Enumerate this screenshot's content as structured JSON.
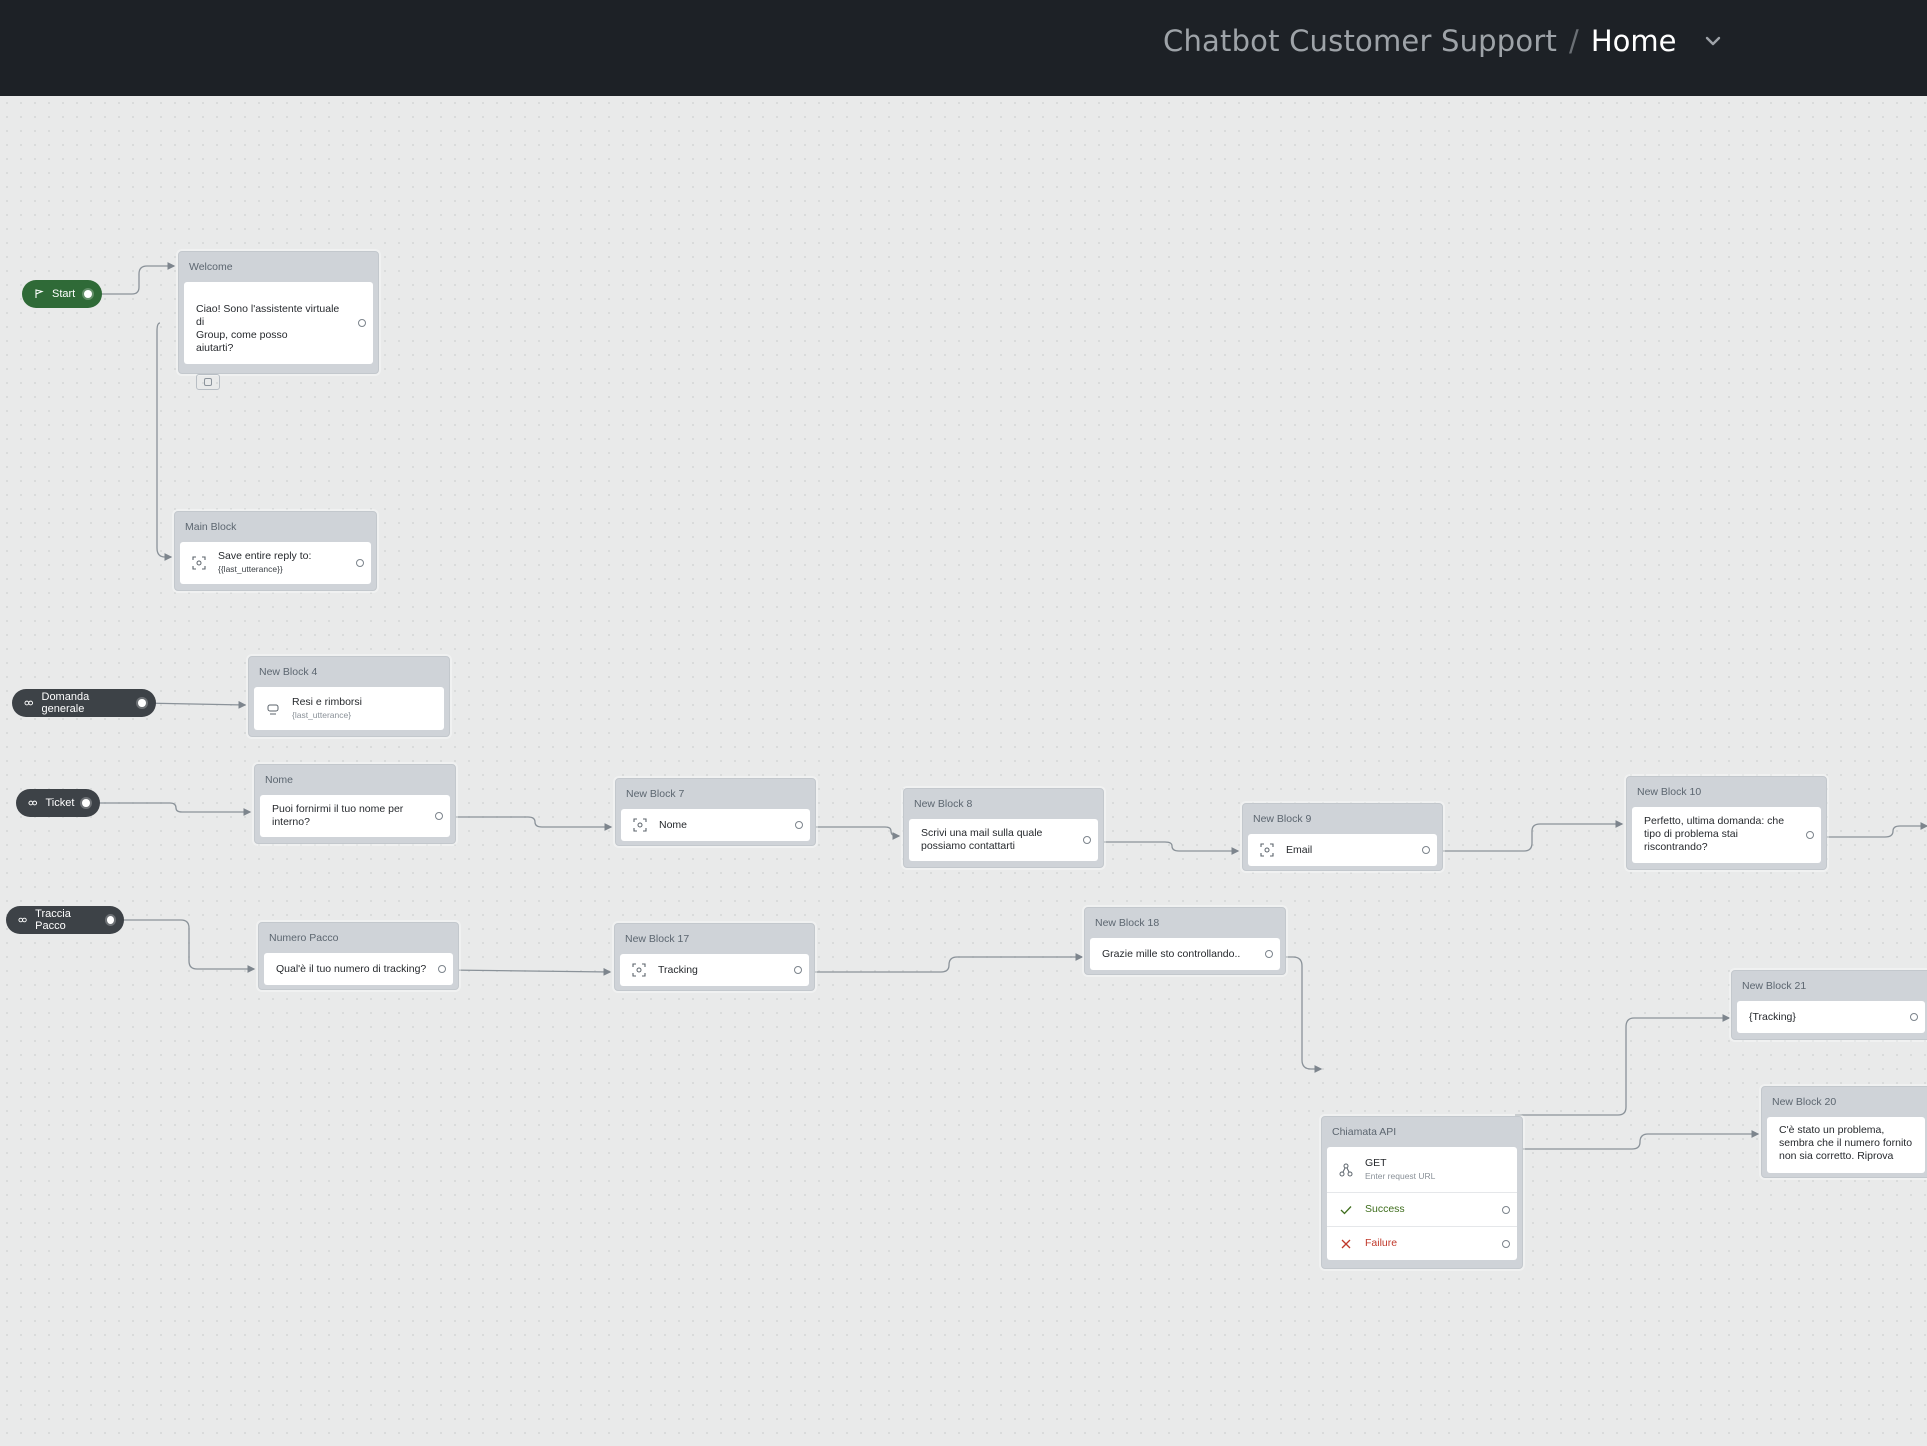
{
  "header": {
    "project": "Chatbot Customer Support",
    "separator": "/",
    "page": "Home"
  },
  "events": {
    "start": "Start",
    "domanda": "Domanda generale",
    "ticket": "Ticket",
    "traccia": "Traccia Pacco"
  },
  "blocks": {
    "welcome": {
      "title": "Welcome",
      "text": "Ciao! Sono l'assistente virtuale di\n            Group, come posso\naiutarti?"
    },
    "main": {
      "title": "Main Block",
      "text": "Save entire reply to:",
      "sub": "{{last_utterance}}"
    },
    "nb4": {
      "title": "New Block 4",
      "text": "Resi e rimborsi",
      "sub": "{last_utterance}"
    },
    "nome": {
      "title": "Nome",
      "text": "Puoi fornirmi il tuo nome per interno?"
    },
    "nb7": {
      "title": "New Block 7",
      "text": "Nome"
    },
    "nb8": {
      "title": "New Block 8",
      "text": "Scrivi una mail sulla quale possiamo contattarti"
    },
    "nb9": {
      "title": "New Block 9",
      "text": "Email"
    },
    "nb10": {
      "title": "New Block 10",
      "text": "Perfetto, ultima domanda: che tipo di problema stai riscontrando?"
    },
    "numero": {
      "title": "Numero Pacco",
      "text": "Qual'è il tuo numero di tracking?"
    },
    "nb17": {
      "title": "New Block 17",
      "text": "Tracking"
    },
    "nb18": {
      "title": "New Block 18",
      "text": "Grazie mille sto controllando.."
    },
    "api": {
      "title": "Chiamata API",
      "method": "GET",
      "url_placeholder": "Enter request URL",
      "success": "Success",
      "failure": "Failure"
    },
    "nb21": {
      "title": "New Block 21",
      "text": "{Tracking}"
    },
    "nb20": {
      "title": "New Block 20",
      "text": "C'è stato un problema, sembra che il numero fornito non sia corretto. Riprova"
    }
  },
  "colors": {
    "topbar": "#1d2126",
    "canvas": "#e9eaea",
    "start_pill": "#2f6a37",
    "event_pill": "#3d4247",
    "success": "#3f6e1d",
    "failure": "#c0392b"
  },
  "icons": {
    "start": "flag-icon",
    "event": "intent-icon",
    "capture": "capture-icon",
    "api": "api-icon",
    "chevron": "chevron-down-icon"
  }
}
